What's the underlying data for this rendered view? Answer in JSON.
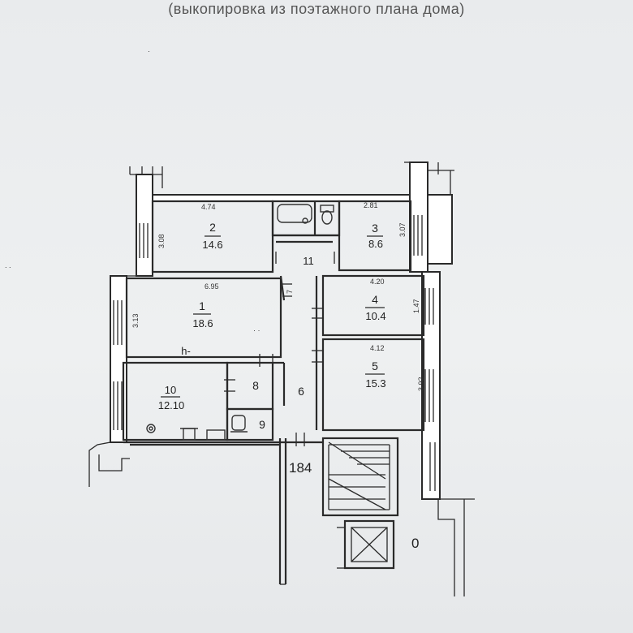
{
  "header": {
    "subtitle": "(выкопировка из поэтажного плана дома)"
  },
  "rooms": [
    {
      "id": "room-1",
      "number": "1",
      "area": "18.6",
      "length": "6.95",
      "width": "3.13"
    },
    {
      "id": "room-2",
      "number": "2",
      "area": "14.6",
      "length": "4.74",
      "width": "3.08"
    },
    {
      "id": "room-3",
      "number": "3",
      "area": "8.6",
      "length": "2.81",
      "width": "3.07"
    },
    {
      "id": "room-4",
      "number": "4",
      "area": "10.4",
      "length": "4.20",
      "width": "1.47"
    },
    {
      "id": "room-5",
      "number": "5",
      "area": "15.3",
      "length": "4.12",
      "width": "3.92"
    },
    {
      "id": "room-6",
      "number": "6"
    },
    {
      "id": "room-8",
      "number": "8"
    },
    {
      "id": "room-9",
      "number": "9"
    },
    {
      "id": "room-10",
      "number": "10",
      "area": "12.10"
    },
    {
      "id": "room-11",
      "number": "11"
    }
  ],
  "labels": {
    "apartment_number": "184",
    "h_mark": "h-",
    "zero_mark": "0"
  }
}
